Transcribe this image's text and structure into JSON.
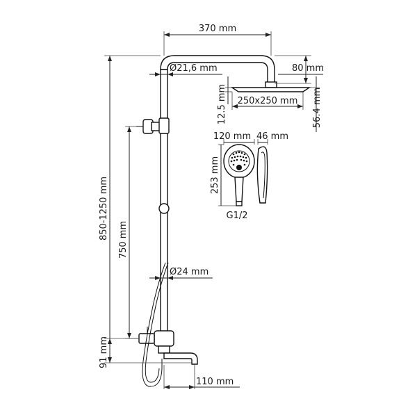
{
  "dimensions": {
    "arm_length": "370 mm",
    "arm_diameter": "Ø21,6 mm",
    "head_offset": "80 mm",
    "head_thickness": "12.5 mm",
    "head_size": "250x250 mm",
    "head_height": "56.4 mm",
    "total_height": "850-1250 mm",
    "slide_range": "750 mm",
    "riser_diameter": "Ø24 mm",
    "spout_height": "91 mm",
    "spout_length": "110 mm"
  },
  "hand_shower": {
    "width": "120 mm",
    "depth": "46 mm",
    "length": "253 mm",
    "connection": "G1/2"
  }
}
